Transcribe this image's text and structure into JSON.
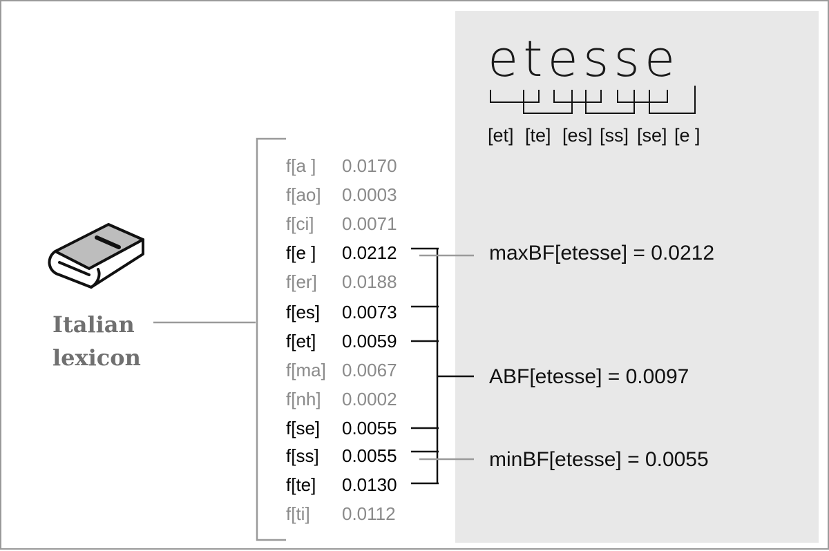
{
  "word": "etesse",
  "bigrams": [
    "[et]",
    "[te]",
    "[es]",
    "[ss]",
    "[se]",
    "[e ]"
  ],
  "lexicon_label": "Italian lexicon",
  "frequency_table": [
    {
      "code": "f[a ]",
      "value": "0.0170",
      "highlighted": false
    },
    {
      "code": "f[ao]",
      "value": "0.0003",
      "highlighted": false
    },
    {
      "code": "f[ci]",
      "value": "0.0071",
      "highlighted": false
    },
    {
      "code": "f[e ]",
      "value": "0.0212",
      "highlighted": true
    },
    {
      "code": "f[er]",
      "value": "0.0188",
      "highlighted": false
    },
    {
      "code": "f[es]",
      "value": "0.0073",
      "highlighted": true
    },
    {
      "code": "f[et]",
      "value": "0.0059",
      "highlighted": true
    },
    {
      "code": "f[ma]",
      "value": "0.0067",
      "highlighted": false
    },
    {
      "code": "f[nh]",
      "value": "0.0002",
      "highlighted": false
    },
    {
      "code": "f[se]",
      "value": "0.0055",
      "highlighted": true
    },
    {
      "code": "f[ss]",
      "value": "0.0055",
      "highlighted": true
    },
    {
      "code": "f[te]",
      "value": "0.0130",
      "highlighted": true
    },
    {
      "code": "f[ti]",
      "value": "0.0112",
      "highlighted": false
    }
  ],
  "results": {
    "max": "maxBF[etesse] = 0.0212",
    "avg": "ABF[etesse] = 0.0097",
    "min": "minBF[etesse] = 0.0055"
  },
  "colors": {
    "panel": "#e8e8e8",
    "dim_text": "#8a8a8a",
    "highlight_text": "#000000",
    "connector": "#9a9a9a",
    "book_cover": "#bdbdbd"
  },
  "icons": {
    "lexicon": "book-icon"
  }
}
